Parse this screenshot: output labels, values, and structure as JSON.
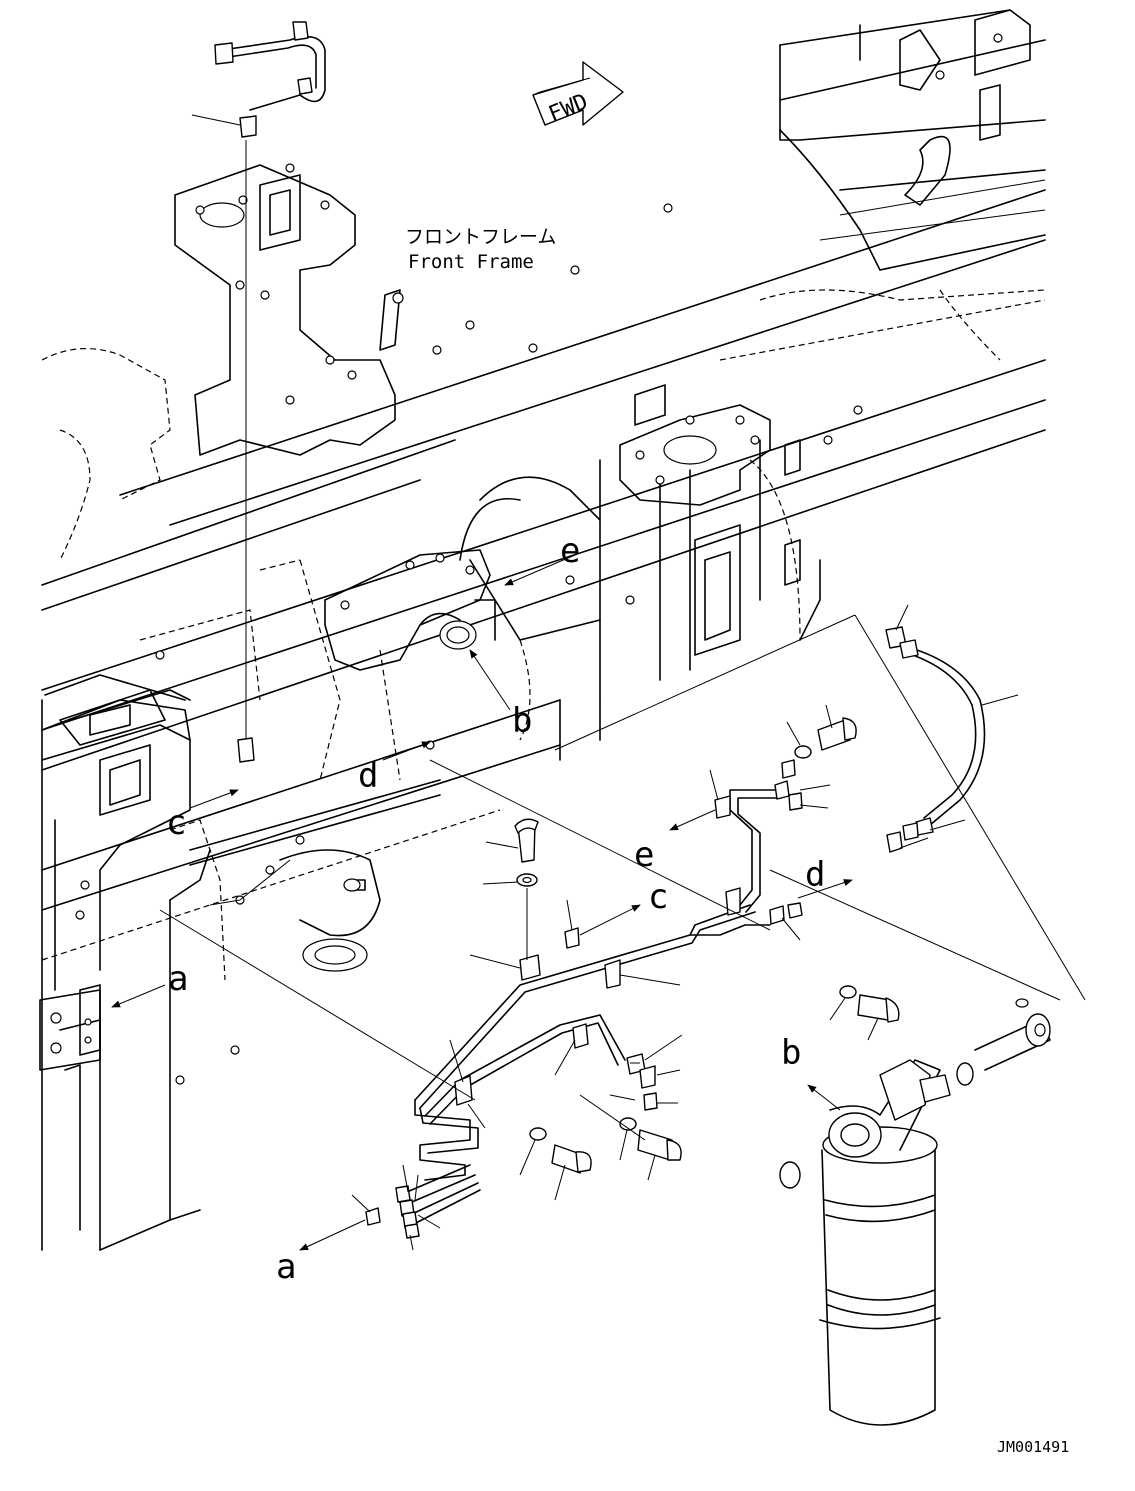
{
  "drawing": {
    "fwd_label": "FWD",
    "frame_label_jp": "フロントフレーム",
    "frame_label_en": "Front Frame",
    "drawing_id": "JM001491"
  },
  "view_markers": {
    "a": "a",
    "b": "b",
    "c": "c",
    "d": "d",
    "e": "e"
  }
}
